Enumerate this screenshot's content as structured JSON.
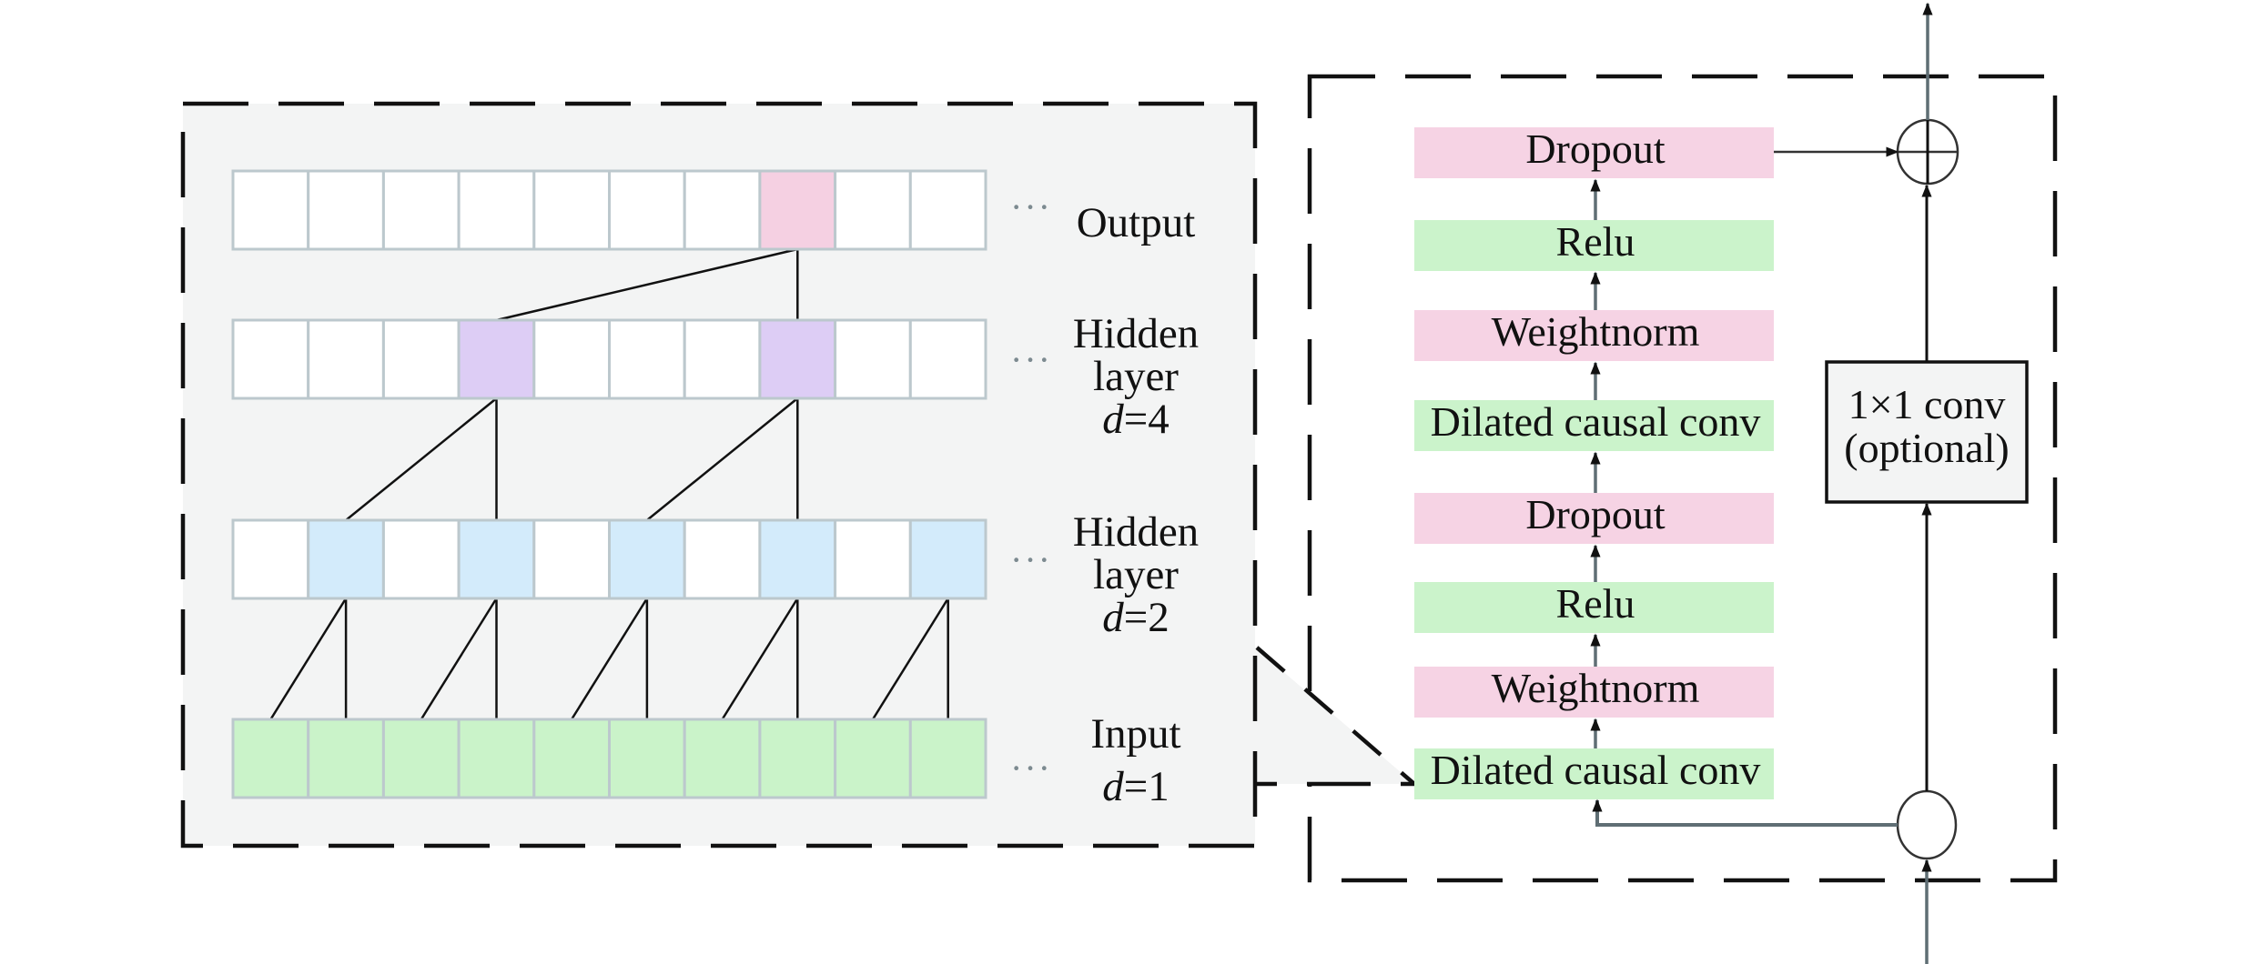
{
  "figure": {
    "title": "Temporal convolutional network: dilated causal convolution stack and residual block",
    "colors": {
      "panel_bg": "#f3f4f4",
      "cell_empty": "#ffffff",
      "cell_border": "#bcc8cd",
      "output_highlight": "#f5d0e2",
      "hidden4_highlight": "#ddcdf5",
      "hidden2_highlight": "#d3ebfb",
      "input_fill": "#caf3c9",
      "block_pink": "#f6d3e4",
      "block_green": "#cbf3cb",
      "line": "#111111",
      "skip_line": "#5f6e74"
    }
  },
  "left_panel": {
    "cells_per_row": 10,
    "ellipsis": "···",
    "rows": [
      {
        "id": "output",
        "label_lines": [
          "Output"
        ],
        "highlighted_cells": [
          7
        ],
        "fill": "output_highlight"
      },
      {
        "id": "hidden4",
        "label_lines": [
          "Hidden",
          "layer"
        ],
        "dilation_var": "d",
        "dilation_eq": "=4",
        "highlighted_cells": [
          3,
          7
        ],
        "fill": "hidden4_highlight"
      },
      {
        "id": "hidden2",
        "label_lines": [
          "Hidden",
          "layer"
        ],
        "dilation_var": "d",
        "dilation_eq": "=2",
        "highlighted_cells": [
          1,
          3,
          5,
          7,
          9
        ],
        "fill": "hidden2_highlight"
      },
      {
        "id": "input",
        "label_lines": [
          "Input"
        ],
        "dilation_var": "d",
        "dilation_eq": "=1",
        "highlighted_cells": [
          0,
          1,
          2,
          3,
          4,
          5,
          6,
          7,
          8,
          9
        ],
        "fill": "input_fill"
      }
    ],
    "connections": [
      {
        "from_row": 0,
        "from_cell": 7,
        "to_row": 1,
        "to_cells": [
          3,
          7
        ]
      },
      {
        "from_row": 1,
        "from_cell": 3,
        "to_row": 2,
        "to_cells": [
          1,
          3
        ]
      },
      {
        "from_row": 1,
        "from_cell": 7,
        "to_row": 2,
        "to_cells": [
          5,
          7
        ]
      },
      {
        "from_row": 2,
        "from_cell": 1,
        "to_row": 3,
        "to_cells": [
          0,
          1
        ]
      },
      {
        "from_row": 2,
        "from_cell": 3,
        "to_row": 3,
        "to_cells": [
          2,
          3
        ]
      },
      {
        "from_row": 2,
        "from_cell": 5,
        "to_row": 3,
        "to_cells": [
          4,
          5
        ]
      },
      {
        "from_row": 2,
        "from_cell": 7,
        "to_row": 3,
        "to_cells": [
          6,
          7
        ]
      },
      {
        "from_row": 2,
        "from_cell": 9,
        "to_row": 3,
        "to_cells": [
          8,
          9
        ]
      }
    ]
  },
  "residual_block": {
    "layers_top_to_bottom": [
      {
        "label": "Dropout",
        "color": "block_pink"
      },
      {
        "label": "Relu",
        "color": "block_green"
      },
      {
        "label": "Weightnorm",
        "color": "block_pink"
      },
      {
        "label": "Dilated causal conv",
        "color": "block_green"
      },
      {
        "label": "Dropout",
        "color": "block_pink"
      },
      {
        "label": "Relu",
        "color": "block_green"
      },
      {
        "label": "Weightnorm",
        "color": "block_pink"
      },
      {
        "label": "Dilated causal conv",
        "color": "block_green"
      }
    ],
    "shortcut_box": {
      "line1": "1×1 conv",
      "line2": "(optional)"
    },
    "sum_symbol": "⊕"
  }
}
